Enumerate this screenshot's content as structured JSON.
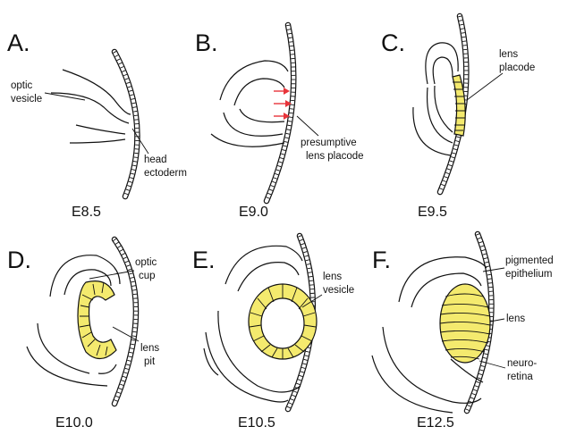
{
  "panels": [
    {
      "letter": "A.",
      "stage": "E8.5",
      "labels": {
        "optic_vesicle": [
          "optic",
          "vesicle"
        ],
        "head_ectoderm": [
          "head",
          "ectoderm"
        ]
      }
    },
    {
      "letter": "B.",
      "stage": "E9.0",
      "labels": {
        "presumptive_lens_placode": [
          "presumptive",
          "lens placode"
        ]
      }
    },
    {
      "letter": "C.",
      "stage": "E9.5",
      "labels": {
        "lens_placode": [
          "lens",
          "placode"
        ]
      }
    },
    {
      "letter": "D.",
      "stage": "E10.0",
      "labels": {
        "optic_cup": [
          "optic",
          "cup"
        ],
        "lens_pit": [
          "lens",
          "pit"
        ]
      }
    },
    {
      "letter": "E.",
      "stage": "E10.5",
      "labels": {
        "lens_vesicle": [
          "lens",
          "vesicle"
        ]
      }
    },
    {
      "letter": "F.",
      "stage": "E12.5",
      "labels": {
        "pigmented_epithelium": [
          "pigmented",
          "epithelium"
        ],
        "lens": [
          "lens"
        ],
        "neuro_retina": [
          "neuro-",
          "retina"
        ]
      }
    }
  ],
  "colors": {
    "lens_tissue": "#f4ea6e",
    "induction_arrows": "#e8343a",
    "outline": "#111111"
  },
  "induction_arrow_count": 3
}
